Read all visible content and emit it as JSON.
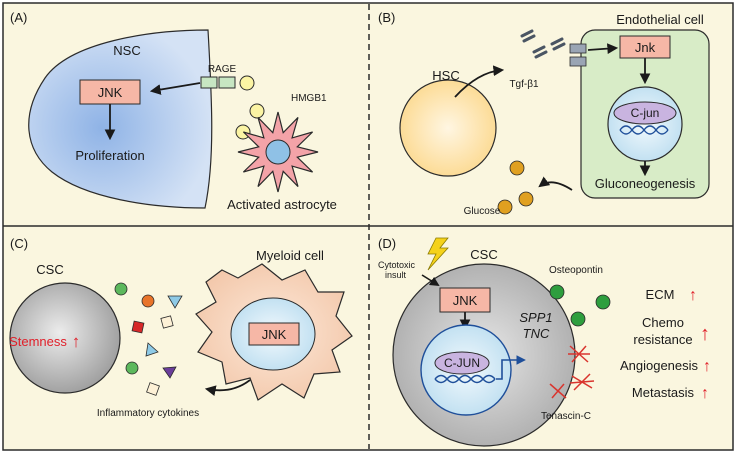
{
  "panels": {
    "a": {
      "tag": "(A)",
      "cell": "NSC",
      "kinase": "JNK",
      "receptor": "RAGE",
      "ligand": "HMGB1",
      "outcome": "Proliferation",
      "source": "Activated astrocyte"
    },
    "b": {
      "tag": "(B)",
      "cell": "Endothelial cell",
      "stem": "HSC",
      "factor": "Tgf-β1",
      "kinase": "Jnk",
      "tf": "C-jun",
      "process": "Gluconeogenesis",
      "product": "Glucose"
    },
    "c": {
      "tag": "(C)",
      "csc": "CSC",
      "trait": "Stemness",
      "trait_arrow": "↑",
      "cell": "Myeloid cell",
      "kinase": "JNK",
      "signal": "Inflammatory cytokines"
    },
    "d": {
      "tag": "(D)",
      "csc": "CSC",
      "insult": [
        "Cytotoxic",
        "insult"
      ],
      "kinase": "JNK",
      "tf": "C-JUN",
      "genes": [
        "SPP1",
        "TNC"
      ],
      "protein1": "Osteopontin",
      "protein2": "Tenascin-C",
      "effects": [
        {
          "lines": [
            "ECM"
          ],
          "arrow": "↑"
        },
        {
          "lines": [
            "Chemo",
            "resistance"
          ],
          "arrow": "↑"
        },
        {
          "lines": [
            "Angiogenesis"
          ],
          "arrow": "↑"
        },
        {
          "lines": [
            "Metastasis"
          ],
          "arrow": "↑"
        }
      ]
    }
  },
  "colors": {
    "bg": "#faf6df",
    "border": "#2b2b2b",
    "jnk_box": "#f6b7a6",
    "nucleus": "#d8ecf7",
    "endo": "#d8ecc7",
    "hsc": "#fde1a4",
    "csc": "#b7b7b7",
    "red": "#e0202a",
    "green_dot": "#3aa43a",
    "glucose": "#e0a020"
  }
}
